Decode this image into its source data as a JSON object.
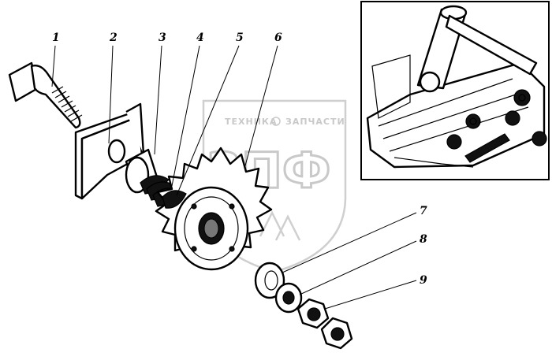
{
  "callouts": [
    {
      "id": "1",
      "label": "1"
    },
    {
      "id": "2",
      "label": "2"
    },
    {
      "id": "3",
      "label": "3"
    },
    {
      "id": "4",
      "label": "4"
    },
    {
      "id": "5",
      "label": "5"
    },
    {
      "id": "6",
      "label": "6"
    },
    {
      "id": "7",
      "label": "7"
    },
    {
      "id": "8",
      "label": "8"
    },
    {
      "id": "9",
      "label": "9"
    }
  ],
  "watermark": {
    "line1_left": "ТЕХНИКА",
    "line1_right": "ЗАПЧАСТИ",
    "logo": "ЗПФ"
  },
  "inset": {
    "description_icon": "combine-header-machine-illustration"
  }
}
